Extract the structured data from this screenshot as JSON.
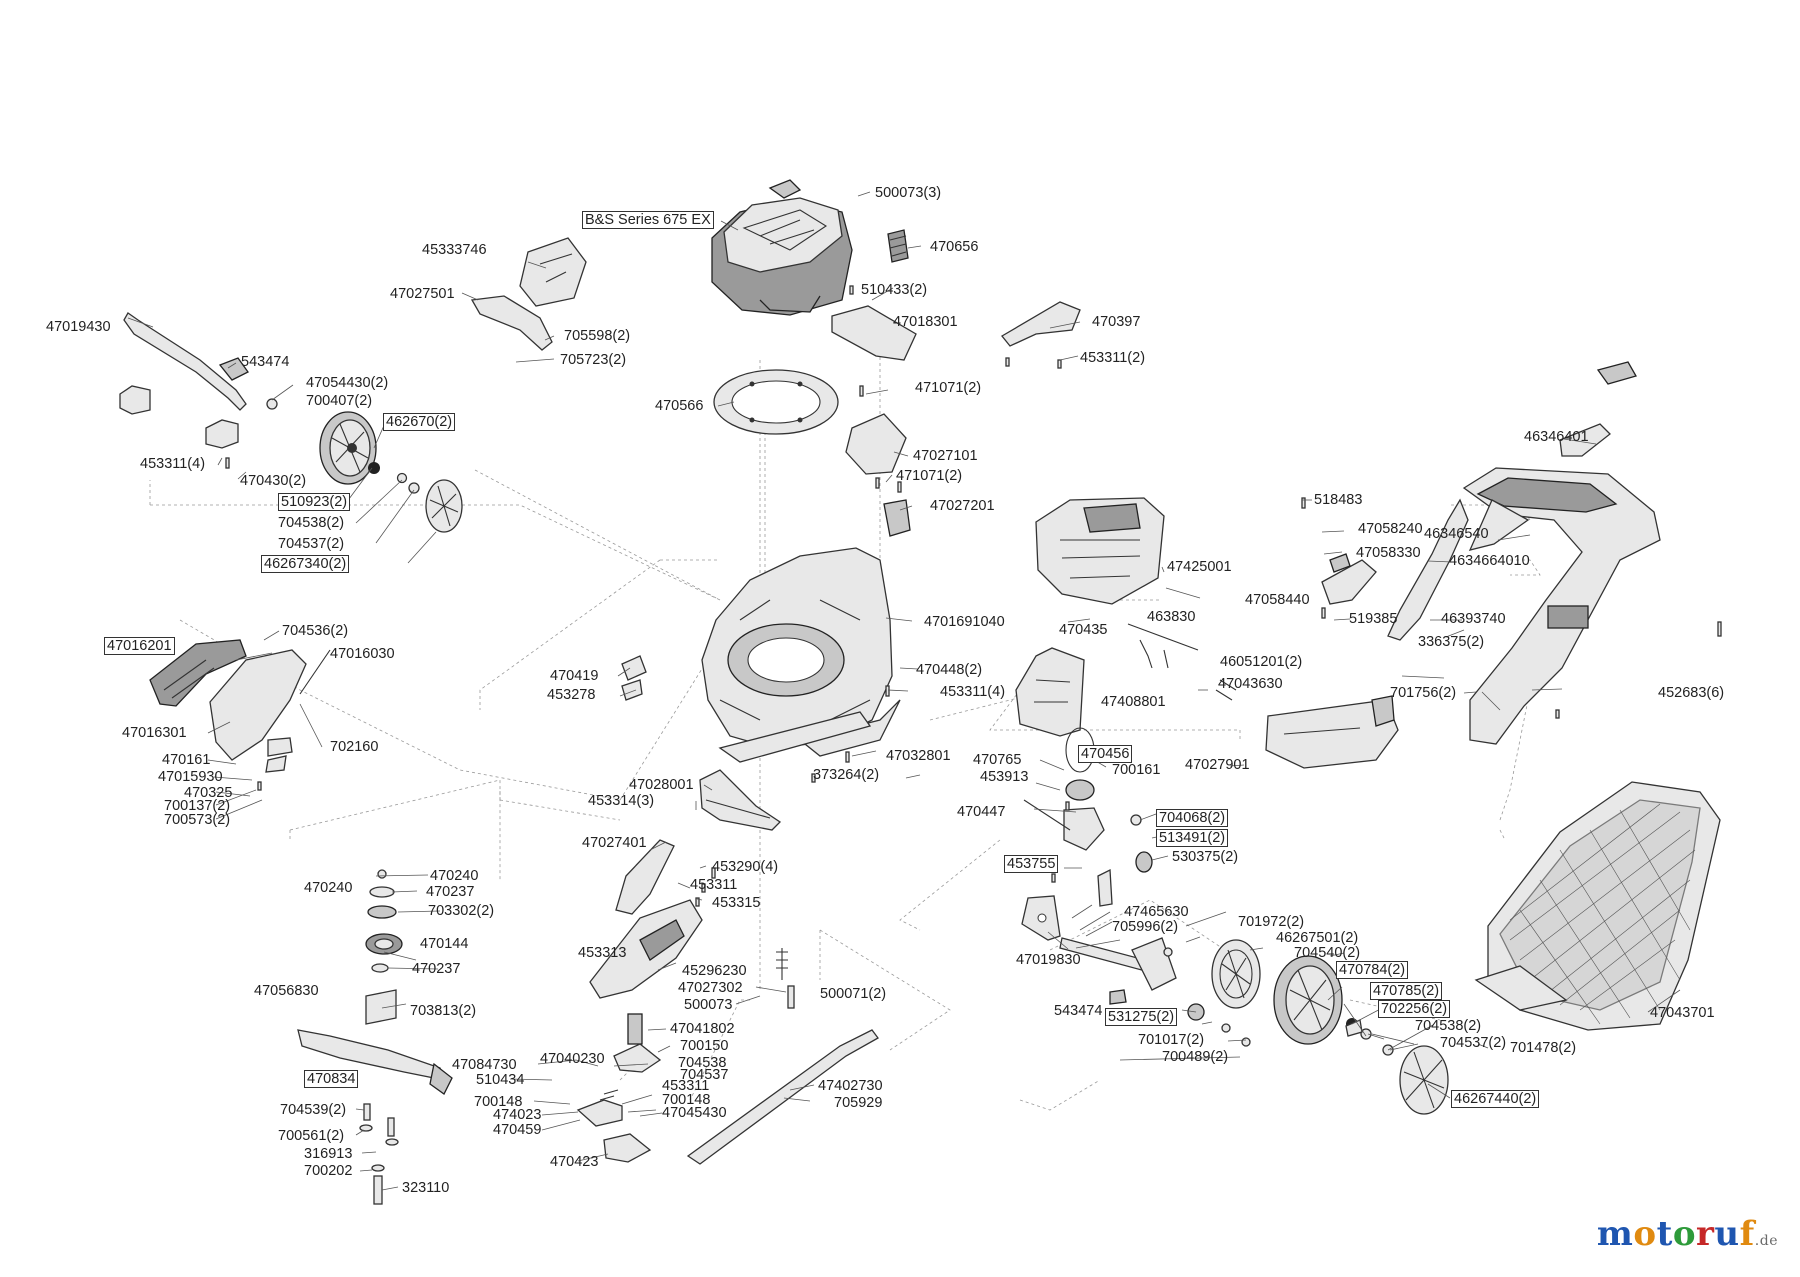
{
  "diagram": {
    "engine_label": "B&S Series 675 EX",
    "brand": {
      "letters": [
        {
          "ch": "m",
          "color": "#1f56b0"
        },
        {
          "ch": "o",
          "color": "#e08a10"
        },
        {
          "ch": "t",
          "color": "#1f56b0"
        },
        {
          "ch": "o",
          "color": "#2e9b3a"
        },
        {
          "ch": "r",
          "color": "#c62828"
        },
        {
          "ch": "u",
          "color": "#1f56b0"
        },
        {
          "ch": "f",
          "color": "#e08a10"
        }
      ],
      "tld": ".de"
    },
    "labels": [
      {
        "id": "l001",
        "text": "500073(3)"
      },
      {
        "id": "l002",
        "text": "470656"
      },
      {
        "id": "l003",
        "text": "45333746"
      },
      {
        "id": "l004",
        "text": "510433(2)"
      },
      {
        "id": "l005",
        "text": "47027501"
      },
      {
        "id": "l006",
        "text": "47018301"
      },
      {
        "id": "l007",
        "text": "470397"
      },
      {
        "id": "l008",
        "text": "47019430"
      },
      {
        "id": "l009",
        "text": "705598(2)"
      },
      {
        "id": "l010",
        "text": "543474"
      },
      {
        "id": "l011",
        "text": "705723(2)"
      },
      {
        "id": "l012",
        "text": "453311(2)"
      },
      {
        "id": "l013",
        "text": "47054430(2)"
      },
      {
        "id": "l014",
        "text": "471071(2)"
      },
      {
        "id": "l015",
        "text": "700407(2)"
      },
      {
        "id": "l016",
        "text": "470566"
      },
      {
        "id": "l017",
        "text": "462670(2)"
      },
      {
        "id": "l018",
        "text": "46346401"
      },
      {
        "id": "l019",
        "text": "453311(4)"
      },
      {
        "id": "l020",
        "text": "47027101"
      },
      {
        "id": "l021",
        "text": "470430(2)"
      },
      {
        "id": "l022",
        "text": "471071(2)"
      },
      {
        "id": "l023",
        "text": "510923(2)"
      },
      {
        "id": "l024",
        "text": "518483"
      },
      {
        "id": "l025",
        "text": "47027201"
      },
      {
        "id": "l026",
        "text": "704538(2)"
      },
      {
        "id": "l027",
        "text": "47058240"
      },
      {
        "id": "l028",
        "text": "46346540"
      },
      {
        "id": "l029",
        "text": "704537(2)"
      },
      {
        "id": "l030",
        "text": "47058330"
      },
      {
        "id": "l031",
        "text": "4634664010"
      },
      {
        "id": "l032",
        "text": "46267340(2)"
      },
      {
        "id": "l033",
        "text": "47425001"
      },
      {
        "id": "l034",
        "text": "47058440"
      },
      {
        "id": "l035",
        "text": "519385"
      },
      {
        "id": "l036",
        "text": "463830"
      },
      {
        "id": "l037",
        "text": "4701691040"
      },
      {
        "id": "l038",
        "text": "46393740"
      },
      {
        "id": "l039",
        "text": "470435"
      },
      {
        "id": "l040",
        "text": "704536(2)"
      },
      {
        "id": "l041",
        "text": "47016201"
      },
      {
        "id": "l042",
        "text": "336375(2)"
      },
      {
        "id": "l043",
        "text": "47016030"
      },
      {
        "id": "l044",
        "text": "46051201(2)"
      },
      {
        "id": "l045",
        "text": "470419"
      },
      {
        "id": "l046",
        "text": "470448(2)"
      },
      {
        "id": "l047",
        "text": "47043630"
      },
      {
        "id": "l048",
        "text": "701756(2)"
      },
      {
        "id": "l049",
        "text": "452683(6)"
      },
      {
        "id": "l050",
        "text": "453278"
      },
      {
        "id": "l051",
        "text": "453311(4)"
      },
      {
        "id": "l052",
        "text": "47408801"
      },
      {
        "id": "l053",
        "text": "47016301"
      },
      {
        "id": "l054",
        "text": "702160"
      },
      {
        "id": "l055",
        "text": "47032801"
      },
      {
        "id": "l056",
        "text": "470765"
      },
      {
        "id": "l057",
        "text": "470456"
      },
      {
        "id": "l058",
        "text": "470161"
      },
      {
        "id": "l059",
        "text": "700161"
      },
      {
        "id": "l060",
        "text": "47027901"
      },
      {
        "id": "l061",
        "text": "47015930"
      },
      {
        "id": "l062",
        "text": "373264(2)"
      },
      {
        "id": "l063",
        "text": "453913"
      },
      {
        "id": "l064",
        "text": "470325"
      },
      {
        "id": "l065",
        "text": "47028001"
      },
      {
        "id": "l066",
        "text": "700137(2)"
      },
      {
        "id": "l067",
        "text": "453314(3)"
      },
      {
        "id": "l068",
        "text": "470447"
      },
      {
        "id": "l069",
        "text": "704068(2)"
      },
      {
        "id": "l070",
        "text": "700573(2)"
      },
      {
        "id": "l071",
        "text": "513491(2)"
      },
      {
        "id": "l072",
        "text": "47027401"
      },
      {
        "id": "l073",
        "text": "530375(2)"
      },
      {
        "id": "l074",
        "text": "453290(4)"
      },
      {
        "id": "l075",
        "text": "453755"
      },
      {
        "id": "l076",
        "text": "470240"
      },
      {
        "id": "l077",
        "text": "470240"
      },
      {
        "id": "l078",
        "text": "453311"
      },
      {
        "id": "l079",
        "text": "470237"
      },
      {
        "id": "l080",
        "text": "47465630"
      },
      {
        "id": "l081",
        "text": "453315"
      },
      {
        "id": "l082",
        "text": "703302(2)"
      },
      {
        "id": "l083",
        "text": "705996(2)"
      },
      {
        "id": "l084",
        "text": "701972(2)"
      },
      {
        "id": "l085",
        "text": "470144"
      },
      {
        "id": "l086",
        "text": "46267501(2)"
      },
      {
        "id": "l087",
        "text": "453313"
      },
      {
        "id": "l088",
        "text": "47019830"
      },
      {
        "id": "l089",
        "text": "704540(2)"
      },
      {
        "id": "l090",
        "text": "470237"
      },
      {
        "id": "l091",
        "text": "45296230"
      },
      {
        "id": "l092",
        "text": "470784(2)"
      },
      {
        "id": "l093",
        "text": "47056830"
      },
      {
        "id": "l094",
        "text": "47027302"
      },
      {
        "id": "l095",
        "text": "500071(2)"
      },
      {
        "id": "l096",
        "text": "470785(2)"
      },
      {
        "id": "l097",
        "text": "500073"
      },
      {
        "id": "l098",
        "text": "703813(2)"
      },
      {
        "id": "l099",
        "text": "543474"
      },
      {
        "id": "l100",
        "text": "531275(2)"
      },
      {
        "id": "l101",
        "text": "702256(2)"
      },
      {
        "id": "l102",
        "text": "47043701"
      },
      {
        "id": "l103",
        "text": "47041802"
      },
      {
        "id": "l104",
        "text": "704538(2)"
      },
      {
        "id": "l105",
        "text": "700150"
      },
      {
        "id": "l106",
        "text": "701017(2)"
      },
      {
        "id": "l107",
        "text": "704537(2)"
      },
      {
        "id": "l108",
        "text": "47084730"
      },
      {
        "id": "l109",
        "text": "47040230"
      },
      {
        "id": "l110",
        "text": "704538"
      },
      {
        "id": "l111",
        "text": "701478(2)"
      },
      {
        "id": "l112",
        "text": "470834"
      },
      {
        "id": "l113",
        "text": "510434"
      },
      {
        "id": "l114",
        "text": "704537"
      },
      {
        "id": "l115",
        "text": "700489(2)"
      },
      {
        "id": "l116",
        "text": "453311"
      },
      {
        "id": "l117",
        "text": "47402730"
      },
      {
        "id": "l118",
        "text": "704539(2)"
      },
      {
        "id": "l119",
        "text": "700148"
      },
      {
        "id": "l120",
        "text": "700148"
      },
      {
        "id": "l121",
        "text": "705929"
      },
      {
        "id": "l122",
        "text": "474023"
      },
      {
        "id": "l123",
        "text": "47045430"
      },
      {
        "id": "l124",
        "text": "46267440(2)"
      },
      {
        "id": "l125",
        "text": "470459"
      },
      {
        "id": "l126",
        "text": "700561(2)"
      },
      {
        "id": "l127",
        "text": "316913"
      },
      {
        "id": "l128",
        "text": "470423"
      },
      {
        "id": "l129",
        "text": "700202"
      },
      {
        "id": "l130",
        "text": "323110"
      }
    ]
  }
}
